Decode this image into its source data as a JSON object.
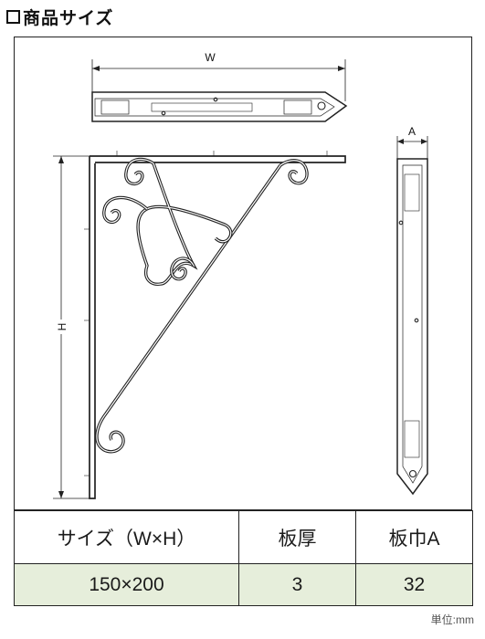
{
  "section": {
    "title": "商品サイズ"
  },
  "diagram": {
    "width_label": "W",
    "height_label": "H",
    "thickness_label": "A"
  },
  "spec_table": {
    "headers": [
      "サイズ（W×H）",
      "板厚",
      "板巾A"
    ],
    "rows": [
      [
        "150×200",
        "3",
        "32"
      ]
    ]
  },
  "unit_note": "単位:mm"
}
